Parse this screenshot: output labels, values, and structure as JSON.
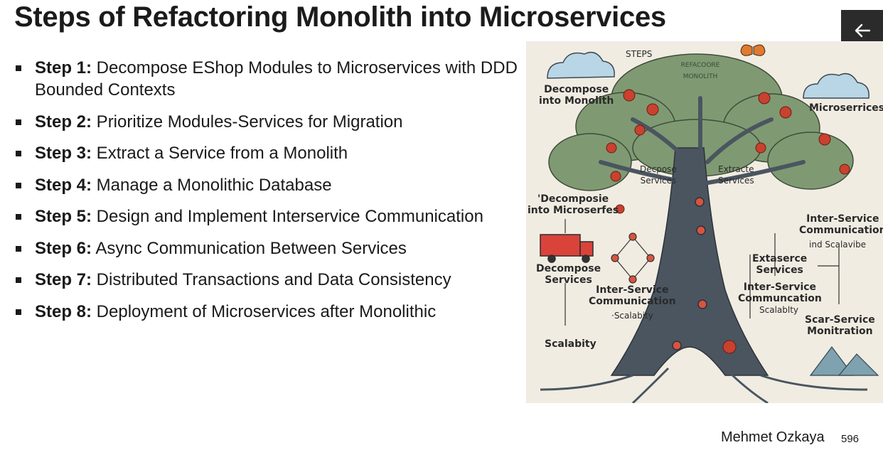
{
  "slide": {
    "title": "Steps of Refactoring Monolith into Microservices"
  },
  "steps": [
    {
      "label": "Step 1:",
      "text": " Decompose EShop Modules to Microservices with DDD Bounded Contexts"
    },
    {
      "label": "Step 2:",
      "text": " Prioritize Modules-Services for Migration"
    },
    {
      "label": "Step 3:",
      "text": " Extract a Service from a Monolith"
    },
    {
      "label": "Step 4:",
      "text": " Manage a Monolithic Database"
    },
    {
      "label": "Step 5:",
      "text": " Design and Implement Interservice Communication"
    },
    {
      "label": "Step 6:",
      "text": " Async Communication Between Services"
    },
    {
      "label": "Step 7:",
      "text": " Distributed Transactions and Data Consistency"
    },
    {
      "label": "Step 8:",
      "text": " Deployment of Microservices after Monolithic"
    }
  ],
  "illustration": {
    "labels": {
      "steps": "STEPS",
      "refactoring": "REFACOORE MONOLITH",
      "decompose_monolith": "Decompose\ninto Monolith",
      "microservices": "Microserrices",
      "decompose_services": "Decpose\nServices",
      "extract_services": "Extracte\nServices",
      "decompose_microservices": "'Decomposie\ninto Microserfes",
      "inter_service_right": "Inter-Service\nCommunication",
      "ind_scalable": "ind Scalavibe",
      "decompose_services_left": "Decompose\nServices",
      "extaserce_services": "Extaserce\nServices",
      "inter_service_center": "Inter-Service\nCommunication",
      "scalabity_center": "·Scalabity",
      "inter_service_center_right": "Inter-Service\nCommuncation",
      "scalabity_center_right": "Scalablty",
      "scar_service": "Scar-Service\nMonitration",
      "scalabity_left": "Scalabity"
    }
  },
  "footer": {
    "author": "Mehmet Ozkaya",
    "page_number": "596"
  },
  "nav": {
    "back_icon": "arrow-left-icon"
  },
  "colors": {
    "back_button_bg": "#2b2b2b",
    "illustration_bg": "#f1ece2",
    "foliage": "#7f9a72",
    "trunk": "#4a5560",
    "flower": "#c9412f"
  }
}
